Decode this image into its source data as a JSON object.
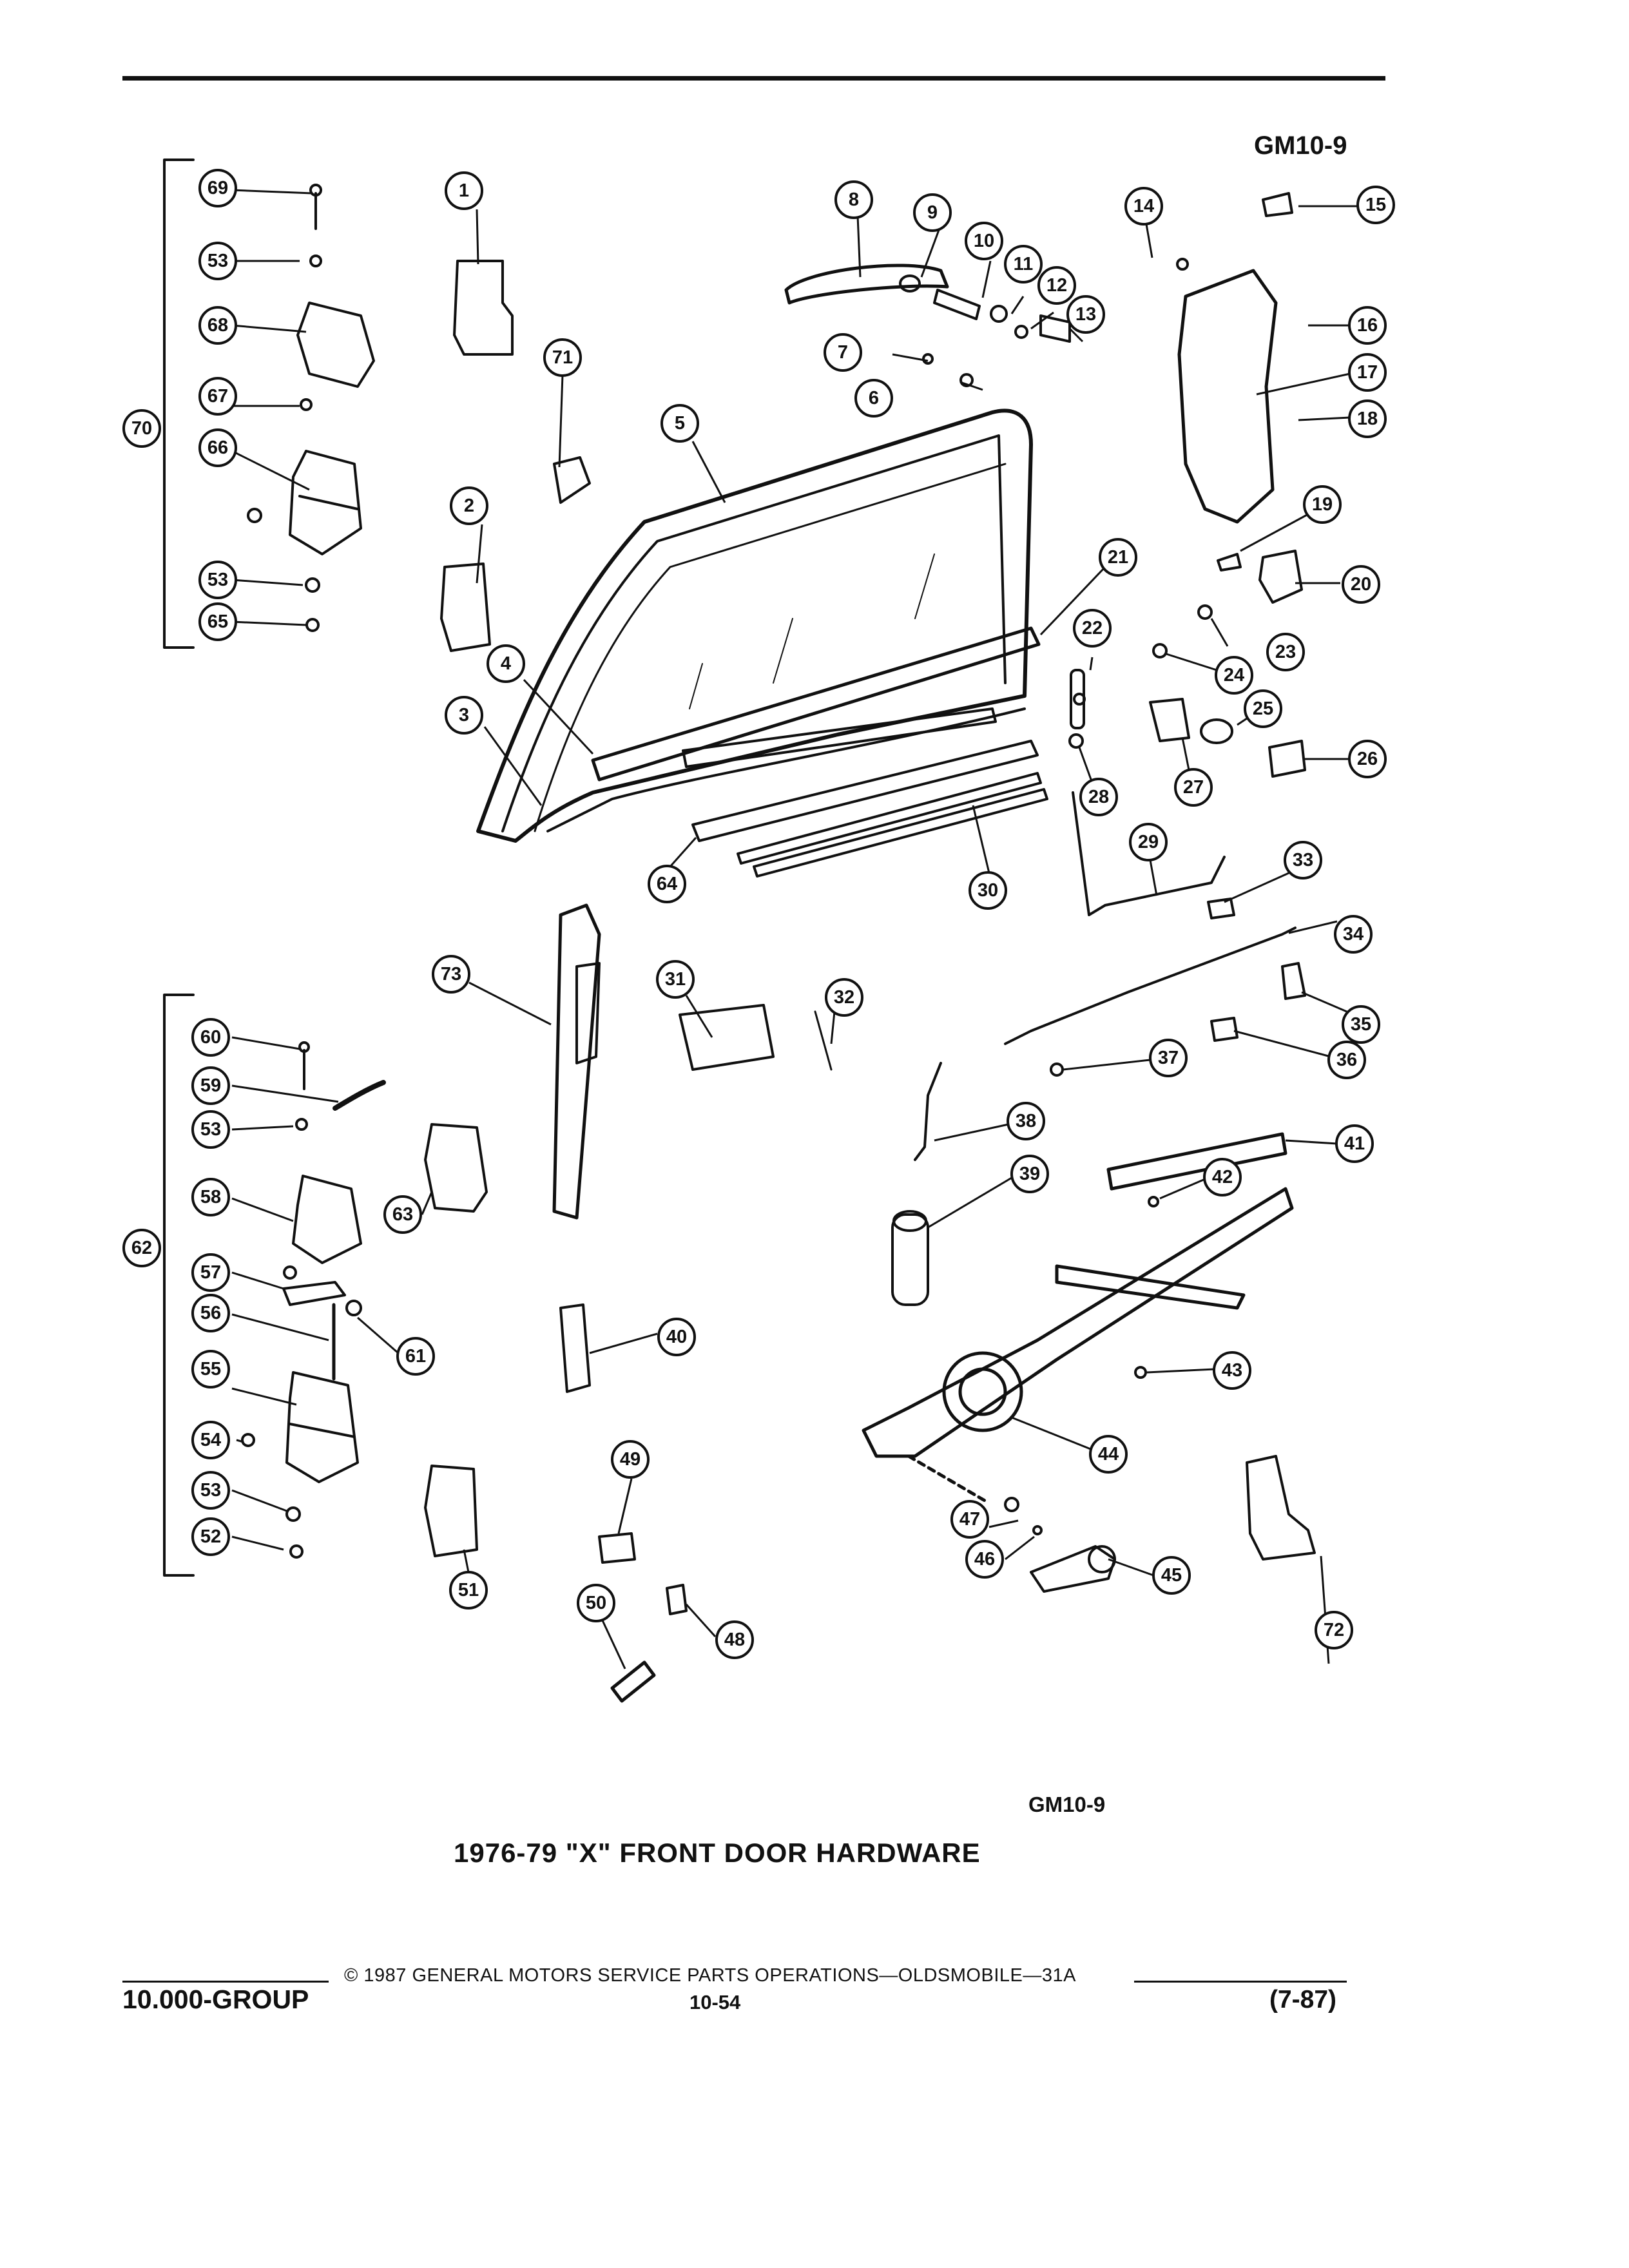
{
  "header": {
    "figure_code": "GM10-9"
  },
  "figure": {
    "code": "GM10-9",
    "title": "1976-79 \"X\" FRONT DOOR HARDWARE"
  },
  "callouts": [
    "1",
    "2",
    "3",
    "4",
    "5",
    "6",
    "7",
    "8",
    "9",
    "10",
    "11",
    "12",
    "13",
    "14",
    "15",
    "16",
    "17",
    "18",
    "19",
    "20",
    "21",
    "22",
    "23",
    "24",
    "25",
    "26",
    "27",
    "28",
    "29",
    "30",
    "31",
    "32",
    "33",
    "34",
    "35",
    "36",
    "37",
    "38",
    "39",
    "40",
    "41",
    "42",
    "43",
    "44",
    "45",
    "46",
    "47",
    "48",
    "49",
    "50",
    "51",
    "52",
    "53",
    "53",
    "53",
    "53",
    "54",
    "55",
    "56",
    "57",
    "58",
    "59",
    "60",
    "61",
    "62",
    "63",
    "64",
    "65",
    "66",
    "67",
    "68",
    "69",
    "70",
    "71",
    "72",
    "73"
  ],
  "footer": {
    "copyright": "© 1987 GENERAL MOTORS SERVICE PARTS OPERATIONS—OLDSMOBILE—31A",
    "group": "10.000-GROUP",
    "page": "10-54",
    "revision": "(7-87)"
  },
  "colors": {
    "ink": "#111111",
    "paper": "#ffffff"
  }
}
